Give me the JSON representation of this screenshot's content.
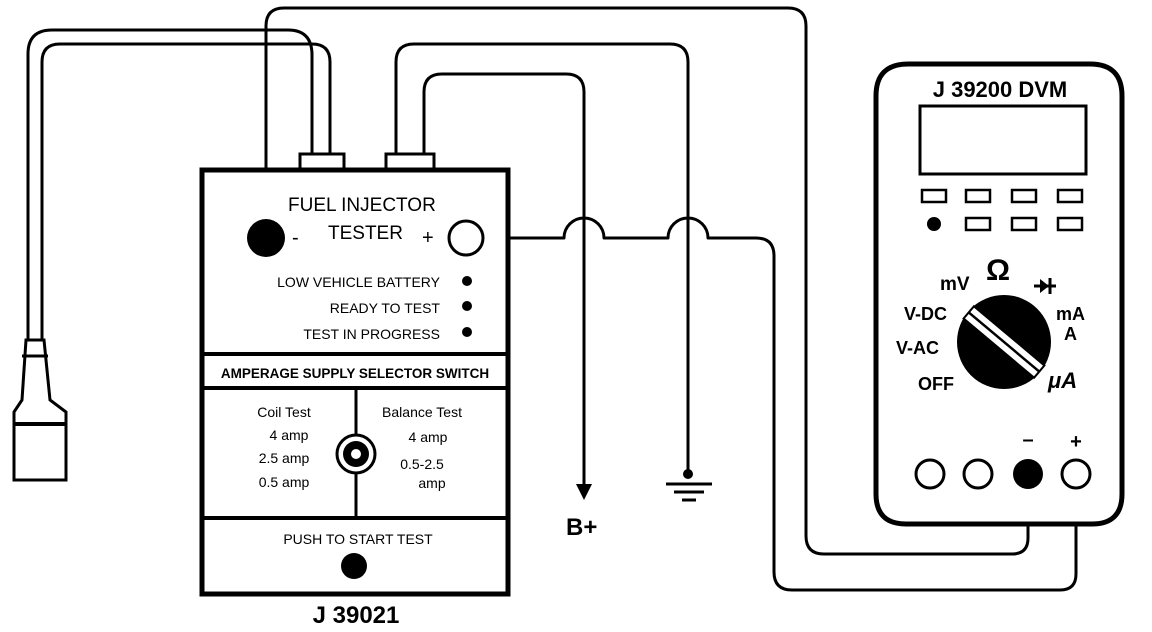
{
  "tester": {
    "title_line1": "FUEL INJECTOR",
    "title_line2": "TESTER",
    "minus_sign": "-",
    "plus_sign": "+",
    "indicators": [
      "LOW VEHICLE BATTERY",
      "READY TO TEST",
      "TEST IN PROGRESS"
    ],
    "selector_header": "AMPERAGE SUPPLY SELECTOR SWITCH",
    "coil_test": {
      "label": "Coil Test",
      "values": [
        "4 amp",
        "2.5 amp",
        "0.5 amp"
      ]
    },
    "balance_test": {
      "label": "Balance Test",
      "values": [
        "4 amp",
        "0.5-2.5",
        "amp"
      ]
    },
    "push_label": "PUSH TO START TEST",
    "model": "J 39021"
  },
  "dvm": {
    "title": "J 39200 DVM",
    "dial_labels": {
      "mv": "mV",
      "ohm": "Ω",
      "vdc": "V-DC",
      "vac": "V-AC",
      "off": "OFF",
      "ma": "mA",
      "a": "A",
      "ua": "μA"
    },
    "minus_terminal": "–",
    "plus_terminal": "+"
  },
  "labels": {
    "b_plus": "B+"
  }
}
